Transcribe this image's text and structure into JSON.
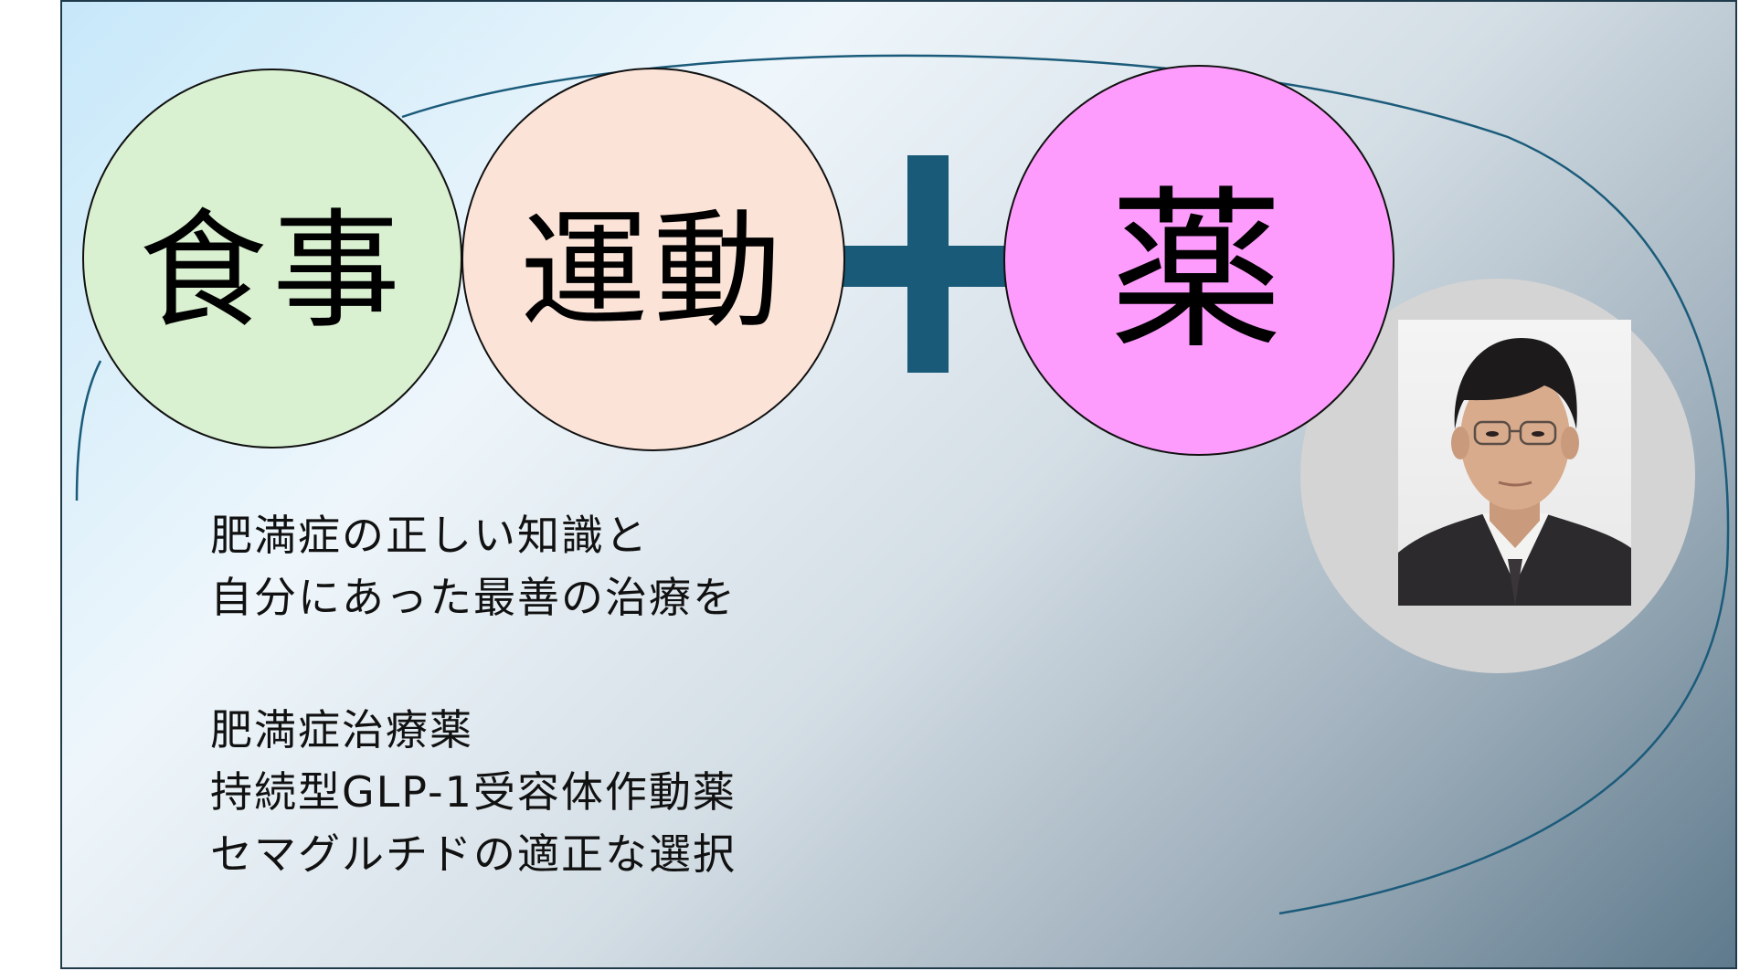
{
  "title_words": {
    "meal": "食事",
    "exercise": "運動",
    "plus": "+",
    "medicine": "薬"
  },
  "text_block_1": [
    "肥満症の正しい知識と",
    "自分にあった最善の治療を"
  ],
  "text_block_2": [
    "肥満症治療薬",
    "持続型GLP-1受容体作動薬",
    "セマグルチドの適正な選択"
  ],
  "colors": {
    "meal_circle": "#d9f1d0",
    "exercise_circle": "#fbe3d8",
    "medicine_circle": "#fe9cfd",
    "plus_sign": "#185a78",
    "arc": "#1b5b7a",
    "portrait_bg": "#d4d4d4"
  },
  "icons": {
    "portrait": "person-photo"
  }
}
